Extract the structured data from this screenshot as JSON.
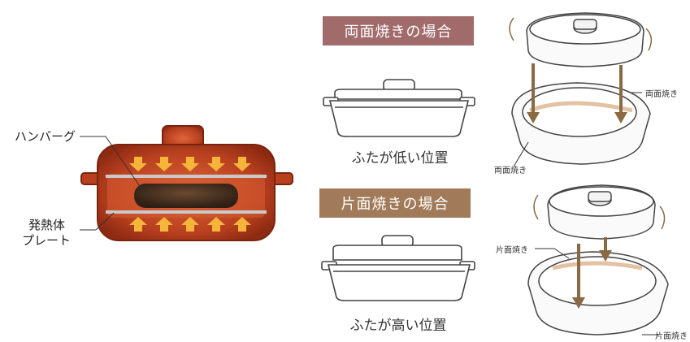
{
  "left_diagram": {
    "label_hamburger": "ハンバーグ",
    "label_plate_line1": "発熱体",
    "label_plate_line2": "プレート"
  },
  "both_sides": {
    "banner": "両面焼きの場合",
    "caption": "ふたが低い位置",
    "callout_right": "両面焼き",
    "callout_left": "両面焼き"
  },
  "one_side": {
    "banner": "片面焼きの場合",
    "caption": "ふたが高い位置",
    "callout_left": "片面焼き",
    "callout_right": "片面焼き"
  },
  "colors": {
    "pot_red": "#a83a1c",
    "arrow_orange": "#f5a623",
    "banner_both": "#a16b6b",
    "banner_one": "#a17a59",
    "arrow_brown": "#8a6a44"
  }
}
